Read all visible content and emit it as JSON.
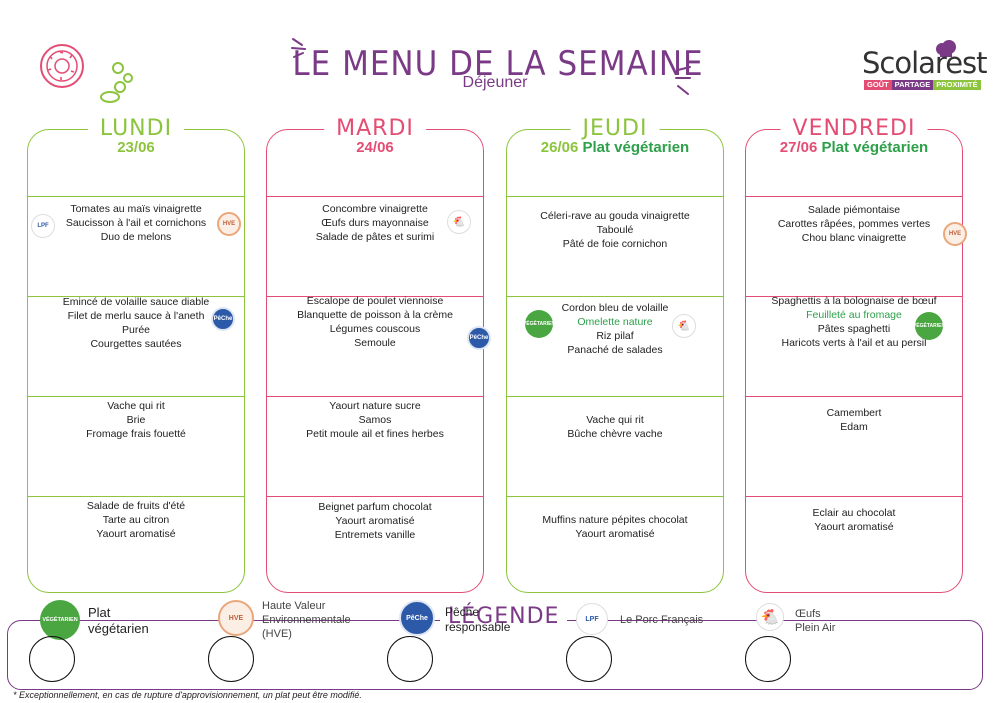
{
  "header": {
    "title": "LE MENU DE LA SEMAINE",
    "subtitle": "Déjeuner",
    "logo": {
      "name": "Scolarest",
      "tagline": [
        "GOÛT",
        "PARTAGE",
        "PROXIMITÉ"
      ]
    }
  },
  "days": [
    {
      "name": "LUNDI",
      "date": "23/06",
      "tag": "",
      "sections": [
        [
          "Tomates au maïs vinaigrette",
          "Saucisson à l'ail et cornichons",
          "Duo de melons"
        ],
        [
          "Emincé de volaille sauce diable",
          "Filet de merlu sauce à l'aneth",
          "Purée",
          "Courgettes sautées"
        ],
        [
          "Vache qui rit",
          "Brie",
          "Fromage frais fouetté"
        ],
        [
          "Salade de fruits d'été",
          "Tarte au citron",
          "Yaourt aromatisé"
        ]
      ]
    },
    {
      "name": "MARDI",
      "date": "24/06",
      "tag": "",
      "sections": [
        [
          "Concombre vinaigrette",
          "Œufs durs mayonnaise",
          "Salade de pâtes et surimi"
        ],
        [
          "Escalope de poulet viennoise",
          "Blanquette de poisson à la crème",
          "Légumes couscous",
          "Semoule"
        ],
        [
          "Yaourt nature sucre",
          "Samos",
          "Petit moule ail et fines herbes"
        ],
        [
          "Beignet parfum chocolat",
          "Yaourt aromatisé",
          "Entremets vanille"
        ]
      ]
    },
    {
      "name": "JEUDI",
      "date": "26/06",
      "tag": "Plat végétarien",
      "sections": [
        [
          "Céleri-rave au gouda vinaigrette",
          "Taboulé",
          "Pâté de foie cornichon"
        ],
        [
          "Cordon bleu de volaille",
          "Omelette nature",
          "Riz pilaf",
          "Panaché de salades"
        ],
        [
          "Vache qui rit",
          "Bûche chèvre vache"
        ],
        [
          "Muffins nature pépites chocolat",
          "Yaourt aromatisé"
        ]
      ]
    },
    {
      "name": "VENDREDI",
      "date": "27/06",
      "tag": "Plat végétarien",
      "sections": [
        [
          "Salade piémontaise",
          "Carottes râpées, pommes vertes",
          "Chou blanc vinaigrette"
        ],
        [
          "Spaghettis à la bolognaise de bœuf",
          "Feuilleté au fromage",
          "Pâtes spaghetti",
          "Haricots verts à l'ail et au persil"
        ],
        [
          "Camembert",
          "Edam"
        ],
        [
          "Eclair au chocolat",
          "Yaourt aromatisé"
        ]
      ]
    }
  ],
  "badges": {
    "peche": "PêChe",
    "veg": "VÉGÉTARIEN",
    "hve": "HVE",
    "porc": "LPF"
  },
  "legend": {
    "title": "LÉGENDE",
    "items": [
      {
        "label_1": "Plat",
        "label_2": "végétarien"
      },
      {
        "label_1": "Haute Valeur",
        "label_2": "Environnementale",
        "label_3": "(HVE)"
      },
      {
        "label_1": "Pêche",
        "label_2": "responsable"
      },
      {
        "label_1": "Le Porc Français"
      },
      {
        "label_1": "Œufs",
        "label_2": "Plein Air"
      }
    ]
  },
  "footnote": "* Exceptionnellement, en cas de rupture d'approvisionnement, un plat peut être modifié.",
  "colors": {
    "purple": "#7a3a86",
    "green": "#8cc43e",
    "pink": "#e44d73",
    "veg_green": "#2da04a"
  }
}
